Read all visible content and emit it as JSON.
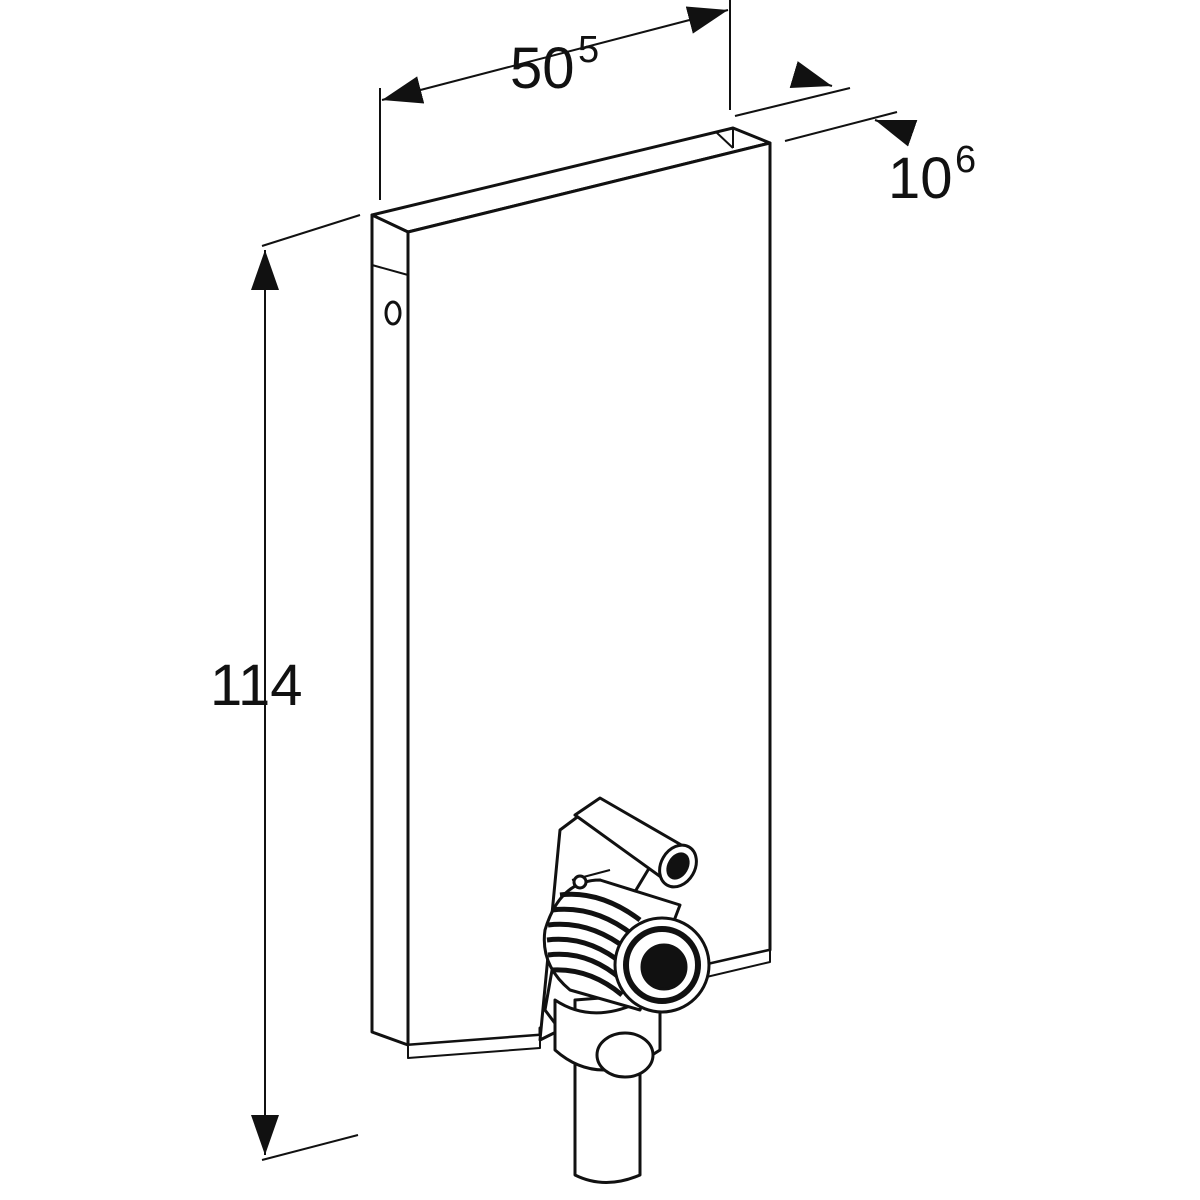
{
  "drawing": {
    "width_dimension": {
      "main": "50",
      "sup": "5"
    },
    "depth_dimension": {
      "main": "10",
      "sup": "6"
    },
    "height_dimension": {
      "main": "114"
    }
  },
  "colors": {
    "line": "#111111",
    "fill": "#ffffff"
  }
}
